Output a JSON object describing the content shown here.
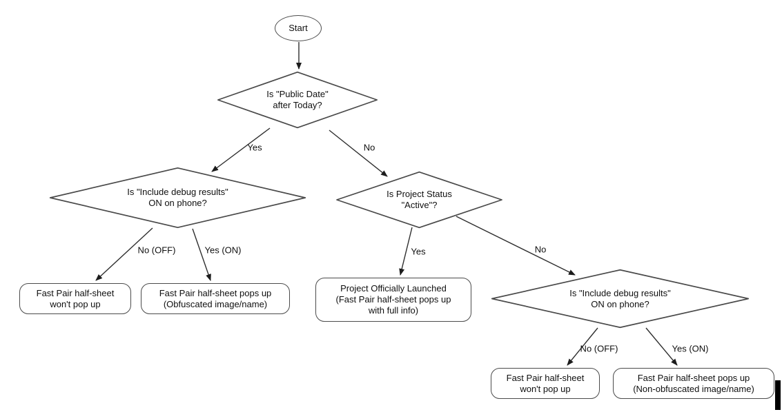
{
  "flowchart": {
    "nodes": {
      "start": {
        "label": "Start"
      },
      "public_date": {
        "label": "Is \"Public Date\"\nafter Today?"
      },
      "debug_left": {
        "label": "Is \"Include debug results\"\nON on phone?"
      },
      "project_status": {
        "label": "Is Project Status\n\"Active\"?"
      },
      "debug_right": {
        "label": "Is \"Include debug results\"\nON on phone?"
      },
      "no_popup_left": {
        "label": "Fast Pair half-sheet\nwon't pop up"
      },
      "obfuscated_popup": {
        "label": "Fast Pair half-sheet pops up\n(Obfuscated image/name)"
      },
      "project_launched": {
        "label": "Project Officially Launched\n(Fast Pair half-sheet pops up\nwith full info)"
      },
      "no_popup_right": {
        "label": "Fast Pair half-sheet\nwon't pop up"
      },
      "non_obfuscated_popup": {
        "label": "Fast Pair half-sheet pops up\n(Non-obfuscated image/name)"
      }
    },
    "edge_labels": {
      "yes_top": "Yes",
      "no_top": "No",
      "no_off_left": "No (OFF)",
      "yes_on_left": "Yes (ON)",
      "yes_mid": "Yes",
      "no_mid": "No",
      "no_off_right": "No (OFF)",
      "yes_on_right": "Yes (ON)"
    },
    "colors": {
      "shape_stroke": "#4a4a4a",
      "arrow": "#2e2e2e",
      "text": "#0f0f0f",
      "background": "#ffffff"
    }
  }
}
